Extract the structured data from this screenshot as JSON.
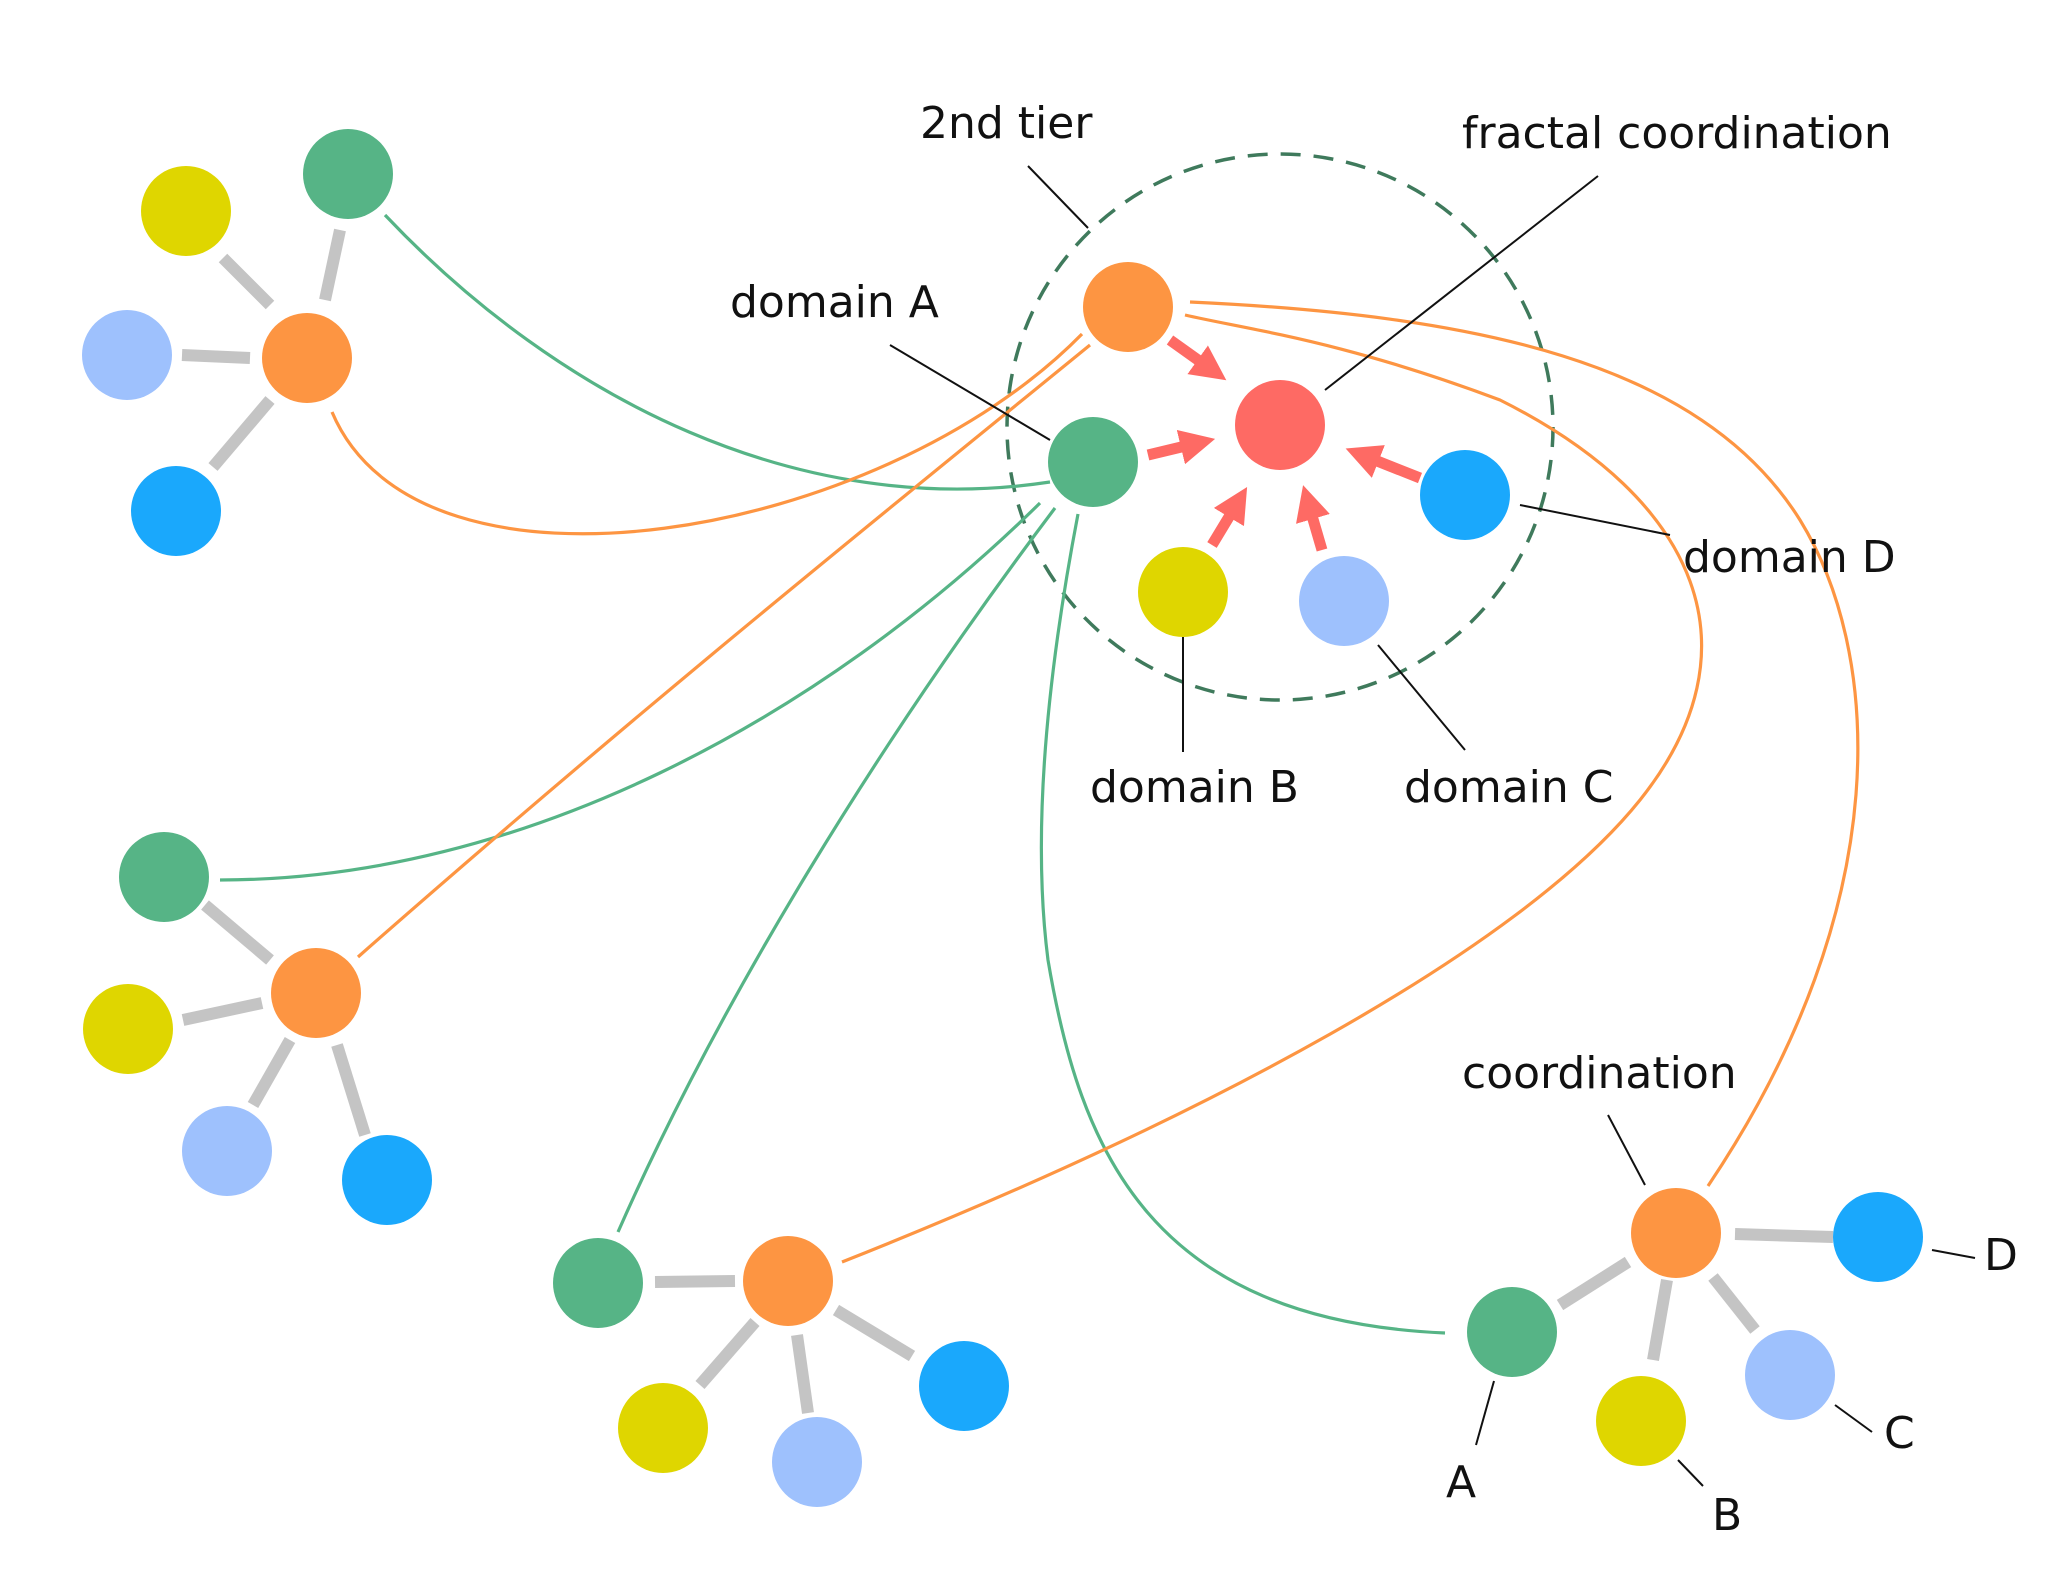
{
  "colors": {
    "green": "#56b486",
    "orange": "#fd9542",
    "yellow": "#dfd600",
    "light_blue": "#9ec1fd",
    "blue": "#1aa8fc",
    "red": "#fe6a64",
    "spoke_gray": "#c4c4c4",
    "tier_circle": "#3f7a5c"
  },
  "labels": {
    "second_tier": "2nd tier",
    "fractal_coordination": "fractal coordination",
    "domain_a": "domain A",
    "domain_b": "domain B",
    "domain_c": "domain C",
    "domain_d": "domain D",
    "coordination": "coordination",
    "a": "A",
    "b": "B",
    "c": "C",
    "d": "D"
  }
}
